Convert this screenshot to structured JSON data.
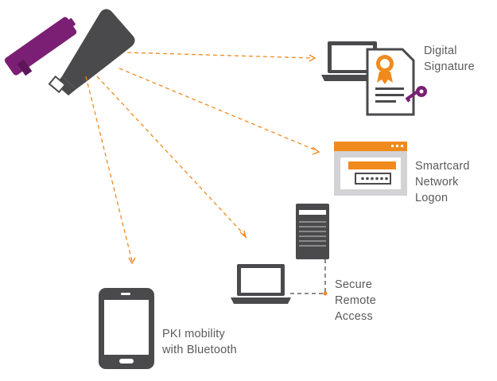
{
  "colors": {
    "purple": "#7b1f74",
    "dark_gray": "#4a4a4c",
    "orange": "#f08a1d",
    "light_gray": "#d3d3d5",
    "mid_gray": "#8a8a8d"
  },
  "nodes": {
    "digital_signature": {
      "label_lines": [
        "Digital",
        "Signature"
      ],
      "icons": [
        "laptop-icon",
        "certificate-document-icon",
        "key-icon"
      ]
    },
    "smartcard_logon": {
      "label_lines": [
        "Smartcard",
        "Network",
        "Logon"
      ],
      "icons": [
        "login-window-icon",
        "password-field-icon"
      ]
    },
    "secure_remote_access": {
      "label_lines": [
        "Secure",
        "Remote",
        "Access"
      ],
      "icons": [
        "server-icon",
        "laptop-icon"
      ]
    },
    "pki_mobility": {
      "label_lines": [
        "PKI mobility",
        "with Bluetooth"
      ],
      "icons": [
        "smartphone-icon"
      ]
    }
  },
  "source_icons": [
    "usb-token-purple-icon",
    "usb-token-gray-icon"
  ]
}
